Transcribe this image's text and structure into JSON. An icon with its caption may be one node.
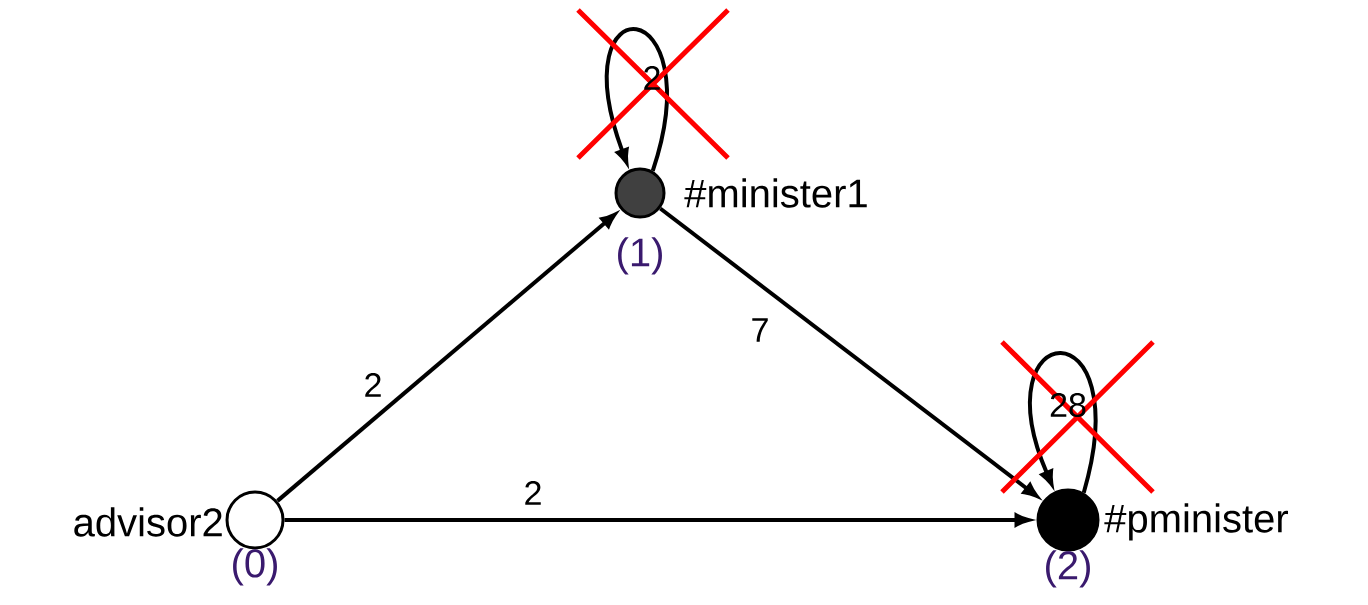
{
  "diagram": {
    "nodes": [
      {
        "text": [],
        "shape": "circle",
        "beside": [
          "advisor2",
          "(0)"
        ]
      },
      {
        "text": [],
        "shape": "circle",
        "beside": [
          "#minister1",
          "(1)"
        ]
      },
      {
        "text": [],
        "shape": "circle",
        "beside": [
          "#pminister",
          "(2)"
        ]
      }
    ],
    "edges": [
      {
        "from": 0,
        "to": 1,
        "arrow": "to",
        "label": "2"
      },
      {
        "from": 0,
        "to": 2,
        "arrow": "to",
        "label": "2"
      },
      {
        "from": 1,
        "to": 2,
        "arrow": "to",
        "label": "7"
      },
      {
        "from": 1,
        "to": 1,
        "arrow": "to",
        "label": "2"
      },
      {
        "from": 2,
        "to": 2,
        "arrow": "to",
        "label": "28"
      }
    ]
  }
}
